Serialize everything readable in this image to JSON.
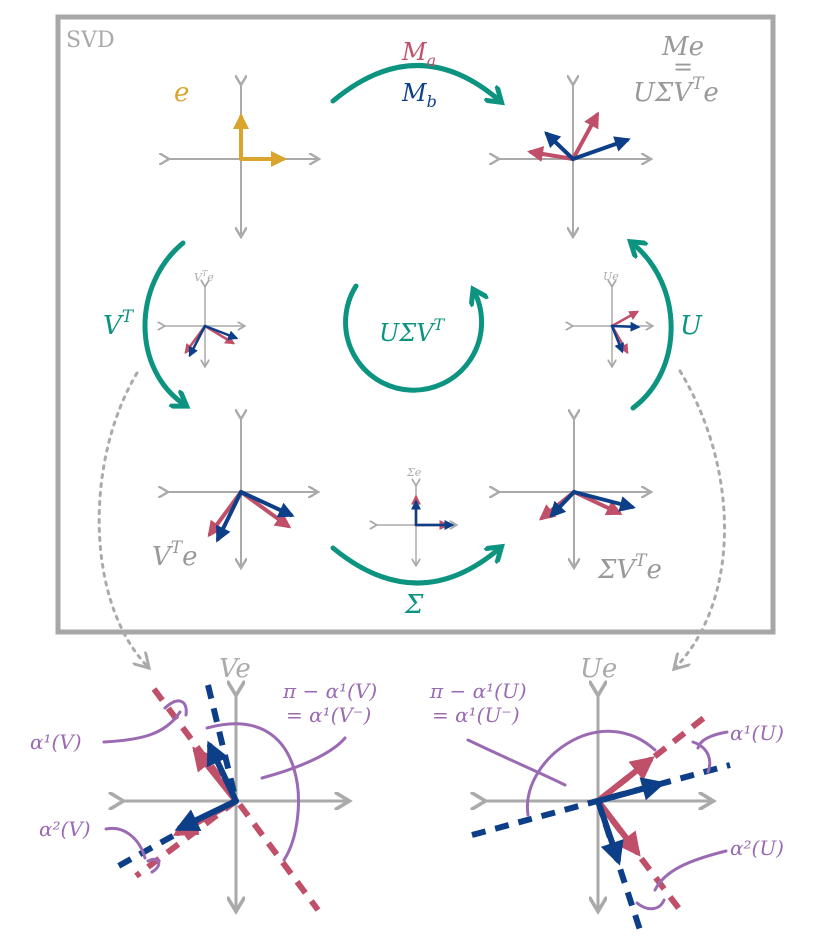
{
  "frame_title": "SVD",
  "colors": {
    "red": "#c0506a",
    "blue": "#0d3f88",
    "gold": "#d9a52c",
    "teal": "#0d9480",
    "gray": "#999999",
    "purple": "#9a6bb3"
  },
  "labels": {
    "e": "e",
    "Ma": {
      "base": "M",
      "sub": "a"
    },
    "Mb": {
      "base": "M",
      "sub": "b"
    },
    "Me": "Me",
    "equals": "=",
    "USVTe": {
      "a": "UΣV",
      "sup": "T",
      "b": "e"
    },
    "VT": {
      "base": "V",
      "sup": "T"
    },
    "U": "U",
    "USVT": {
      "base": "UΣV",
      "sup": "T"
    },
    "VTe_small": {
      "base": "V",
      "sup": "T",
      "tail": "e"
    },
    "Ue_small": "Ue",
    "Se_small": "Σe",
    "VTe": {
      "base": "V",
      "sup": "T",
      "tail": "e"
    },
    "SVTe": {
      "base": "ΣV",
      "sup": "T",
      "tail": "e"
    },
    "Sigma": "Σ",
    "Ve": "Ve",
    "Ue": "Ue",
    "piV_1": "π − α¹(V)",
    "piV_2": "= α¹(V⁻)",
    "piU_1": "π − α¹(U)",
    "piU_2": "= α¹(U⁻)",
    "a1V": "α¹(V)",
    "a2V": "α²(V)",
    "a1U": "α¹(U)",
    "a2U": "α²(U)"
  }
}
